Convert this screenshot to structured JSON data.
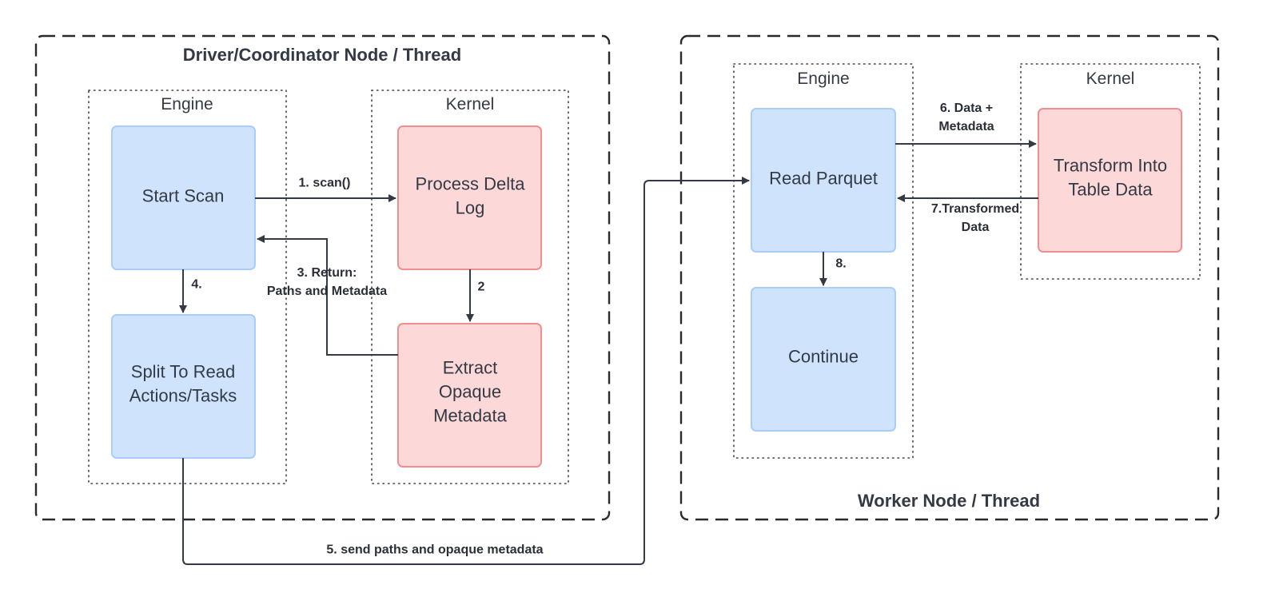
{
  "sections": {
    "driver": {
      "title": "Driver/Coordinator Node / Thread"
    },
    "worker": {
      "title": "Worker Node / Thread"
    }
  },
  "groups": {
    "driver_engine": "Engine",
    "driver_kernel": "Kernel",
    "worker_engine": "Engine",
    "worker_kernel": "Kernel"
  },
  "nodes": {
    "start_scan": [
      "Start Scan"
    ],
    "process_delta_log": [
      "Process Delta",
      "Log"
    ],
    "extract_opaque_metadata": [
      "Extract",
      "Opaque",
      "Metadata"
    ],
    "split_to_read": [
      "Split To Read",
      "Actions/Tasks"
    ],
    "read_parquet": [
      "Read Parquet"
    ],
    "transform_into_table_data": [
      "Transform Into",
      "Table Data"
    ],
    "continue": [
      "Continue"
    ]
  },
  "edges": {
    "e1": [
      "1. scan()"
    ],
    "e2": [
      "2"
    ],
    "e3": [
      "3. Return:",
      "Paths and Metadata"
    ],
    "e4": [
      "4."
    ],
    "e5": [
      "5. send paths and opaque metadata"
    ],
    "e6": [
      "6. Data +",
      "Metadata"
    ],
    "e7": [
      "7.Transformed",
      "Data"
    ],
    "e8": [
      "8."
    ]
  },
  "colors": {
    "engine_box_fill": "#cfe3fd",
    "engine_box_stroke": "#a9cdf6",
    "kernel_box_fill": "#fdd8d8",
    "kernel_box_stroke": "#ef8f8f",
    "line": "#333a45"
  }
}
